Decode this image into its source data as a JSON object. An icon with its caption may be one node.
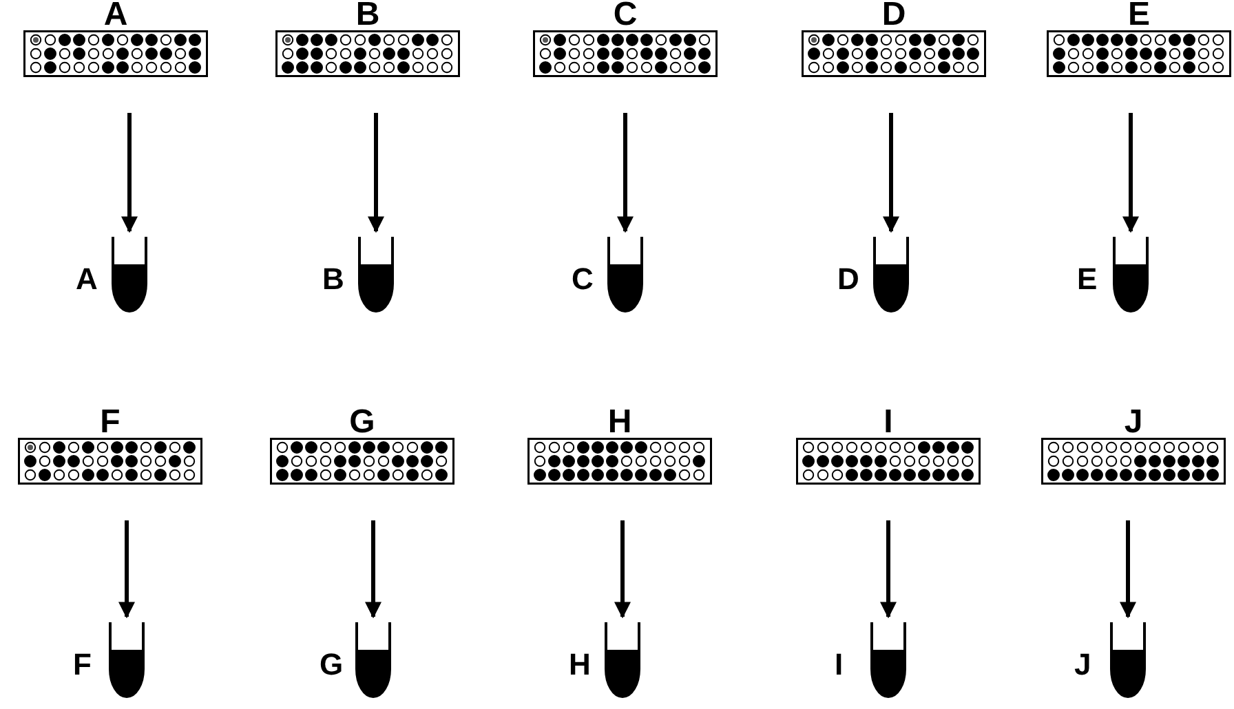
{
  "diagram": {
    "nodes": [
      {
        "text": [
          "A"
        ]
      },
      {
        "text": [
          "B"
        ]
      },
      {
        "text": [
          "C"
        ]
      },
      {
        "text": [
          "D"
        ]
      },
      {
        "text": [
          "E"
        ]
      },
      {
        "text": [
          "A"
        ]
      },
      {
        "text": [
          "B"
        ]
      },
      {
        "text": [
          "C"
        ]
      },
      {
        "text": [
          "D"
        ]
      },
      {
        "text": [
          "E"
        ]
      },
      {
        "text": [
          "F"
        ]
      },
      {
        "text": [
          "G"
        ]
      },
      {
        "text": [
          "H"
        ]
      },
      {
        "text": [
          "I"
        ]
      },
      {
        "text": [
          "J"
        ]
      },
      {
        "text": [
          "F"
        ]
      },
      {
        "text": [
          "G"
        ]
      },
      {
        "text": [
          "H"
        ]
      },
      {
        "text": [
          "I"
        ]
      },
      {
        "text": [
          "J"
        ]
      }
    ],
    "edges": [
      {
        "from": 0,
        "to": 5,
        "arrow": "to"
      },
      {
        "from": 1,
        "to": 6,
        "arrow": "to"
      },
      {
        "from": 2,
        "to": 7,
        "arrow": "to"
      },
      {
        "from": 3,
        "to": 8,
        "arrow": "to"
      },
      {
        "from": 4,
        "to": 9,
        "arrow": "to"
      },
      {
        "from": 10,
        "to": 15,
        "arrow": "to"
      },
      {
        "from": 11,
        "to": 16,
        "arrow": "to"
      },
      {
        "from": 12,
        "to": 17,
        "arrow": "to"
      },
      {
        "from": 13,
        "to": 18,
        "arrow": "to"
      },
      {
        "from": 14,
        "to": 19,
        "arrow": "to"
      }
    ]
  }
}
